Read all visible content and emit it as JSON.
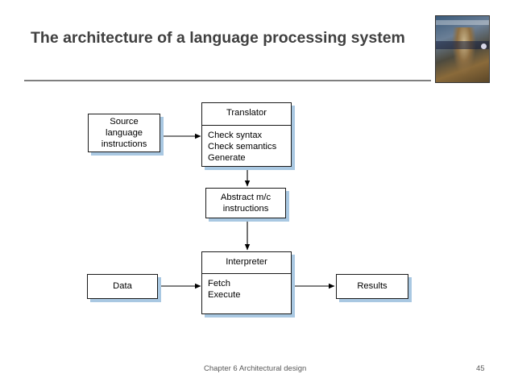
{
  "slide": {
    "title": "The architecture of a language processing system",
    "footer": "Chapter 6 Architectural design",
    "page_number": "45"
  },
  "diagram": {
    "source": {
      "lines": [
        "Source",
        "language",
        "instructions"
      ]
    },
    "translator": {
      "title": "Translator",
      "lines": [
        "Check syntax",
        "Check semantics",
        "Generate"
      ]
    },
    "abstract": {
      "lines": [
        "Abstract m/c",
        "instructions"
      ]
    },
    "interpreter": {
      "title": "Interpreter",
      "lines": [
        "Fetch",
        "Execute"
      ]
    },
    "data": {
      "label": "Data"
    },
    "results": {
      "label": "Results"
    }
  },
  "colors": {
    "box_shadow": "#a9c8e2",
    "title_text": "#404040",
    "rule": "#7f7f7f"
  }
}
